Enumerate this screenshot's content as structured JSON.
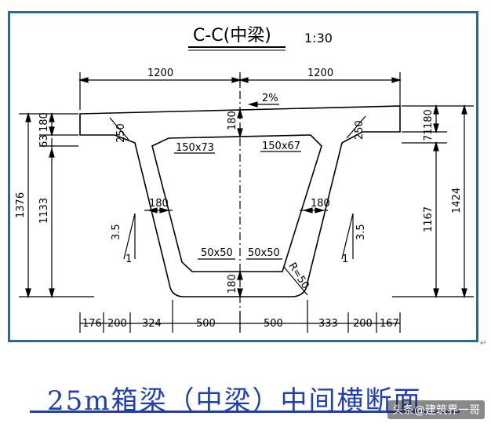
{
  "drawing": {
    "title": "C-C(中梁)",
    "scale": "1:30",
    "slope": "2%",
    "dims": {
      "half_left": "1200",
      "half_right": "1200",
      "left_flange": "180",
      "left_gap": "63",
      "left_web_height": "1133",
      "left_total": "1376",
      "right_flange": "180",
      "right_gap": "71",
      "right_web_height": "1167",
      "right_total": "1424",
      "top_slab": "180",
      "bottom_slab": "180",
      "haunch_left": "250",
      "haunch_right": "250",
      "web_left": "180",
      "web_right": "180",
      "chamfer_top_left": "150x73",
      "chamfer_top_right": "150x67",
      "chamfer_bottom_left": "50x50",
      "chamfer_bottom_right": "50x50",
      "radius": "R=50",
      "slope_left_rise": "3.5",
      "slope_left_run": "1",
      "slope_right_rise": "3.5",
      "slope_right_run": "1",
      "bottom_dims": [
        "176",
        "200",
        "324",
        "500",
        "500",
        "333",
        "200",
        "167"
      ]
    }
  },
  "caption": "25m箱梁（中梁）中间横断面",
  "watermark": "头条@建筑界一哥",
  "corner_mark": "↵"
}
